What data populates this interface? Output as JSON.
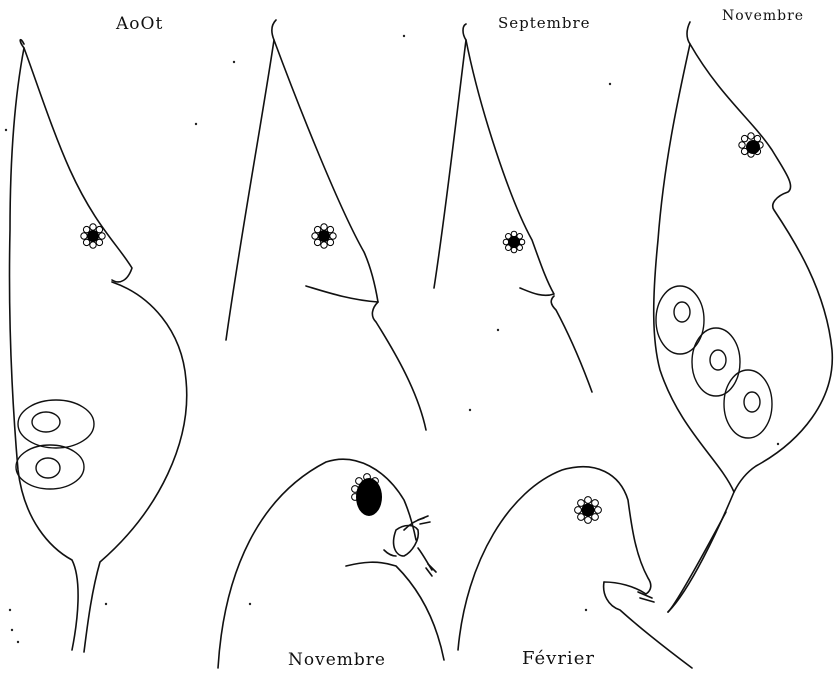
{
  "labels": {
    "aout": "AoOt",
    "septembre": "Septembre",
    "novembre_top": "Novembre",
    "novembre_bottom": "Novembre",
    "fevrier": "Février"
  }
}
